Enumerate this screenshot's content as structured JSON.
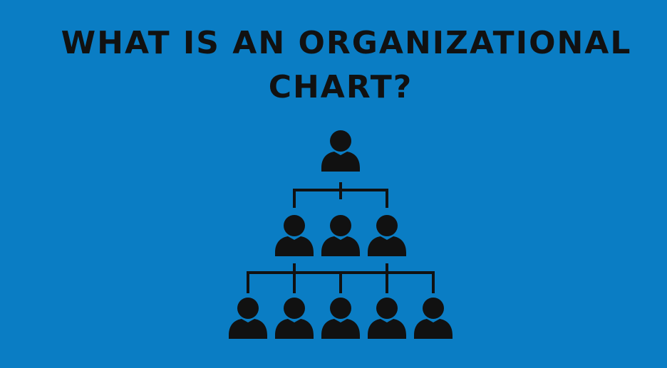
{
  "title": {
    "line1": "WHAT IS AN ORGANIZATIONAL",
    "line2": "CHART?"
  },
  "colors": {
    "background": "#0a7dc4",
    "ink": "#111111"
  },
  "diagram": {
    "levels": [
      {
        "count": 1,
        "icon": "person-icon"
      },
      {
        "count": 3,
        "icon": "person-icon"
      },
      {
        "count": 5,
        "icon": "person-icon"
      }
    ],
    "connector_icon": "org-connector"
  }
}
